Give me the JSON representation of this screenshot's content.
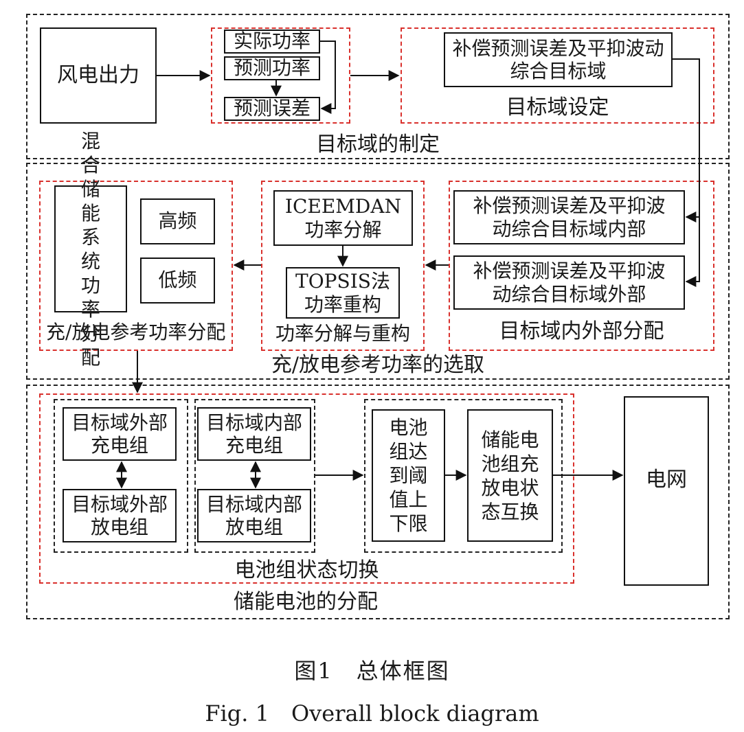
{
  "section1": {
    "title": "目标域的制定",
    "wind_output": "风电出力",
    "actual_power": "实际功率",
    "predicted_power": "预测功率",
    "prediction_error": "预测误差",
    "target_domain_box": "补偿预测误差及平抑波动综合目标域",
    "target_domain_setting": "目标域设定"
  },
  "section2": {
    "title": "充/放电参考功率的选取",
    "hybrid_storage": "混合储能系统功率分配",
    "high_freq": "高频",
    "low_freq": "低频",
    "ref_power_alloc": "充/放电参考功率分配",
    "iceemdan": "ICEEMDAN功率分解",
    "topsis": "TOPSIS法功率重构",
    "decomp_recon": "功率分解与重构",
    "domain_inner": "补偿预测误差及平抑波动综合目标域内部",
    "domain_outer": "补偿预测误差及平抑波动综合目标域外部",
    "in_out_alloc": "目标域内外部分配"
  },
  "section3": {
    "title": "储能电池的分配",
    "outer_charge": "目标域外部充电组",
    "outer_discharge": "目标域外部放电组",
    "inner_charge": "目标域内部充电组",
    "inner_discharge": "目标域内部放电组",
    "battery_limit": "电池组达到阈值上下限",
    "state_swap": "储能电池组充放电状态互换",
    "state_switch": "电池组状态切换",
    "grid": "电网"
  },
  "caption": {
    "cn": "图1　总体框图",
    "en": "Fig. 1　Overall block diagram"
  }
}
